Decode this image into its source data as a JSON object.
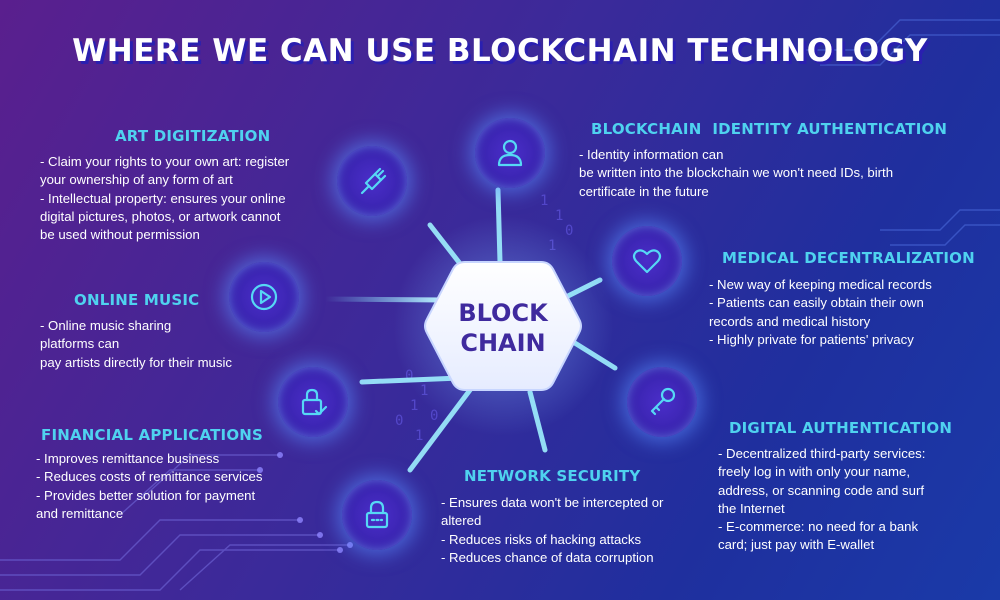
{
  "title": "WHERE WE CAN USE BLOCKCHAIN TECHNOLOGY",
  "center": {
    "line1": "BLOCK",
    "line2": "CHAIN"
  },
  "sections": {
    "art": {
      "title": "ART DIGITIZATION",
      "lines": [
        "- Claim your rights to your own art: register",
        "your ownership of any form of art",
        "- Intellectual property: ensures your online",
        "digital pictures, photos, or artwork cannot",
        "be used without permission"
      ]
    },
    "music": {
      "title": "ONLINE MUSIC",
      "lines": [
        "- Online music sharing",
        "platforms can",
        "pay artists directly for their music"
      ]
    },
    "financial": {
      "title": "FINANCIAL APPLICATIONS",
      "lines": [
        "- Improves remittance business",
        "- Reduces costs of remittance services",
        "- Provides better solution for payment",
        "and remittance"
      ]
    },
    "network": {
      "title": "NETWORK SECURITY",
      "lines": [
        "- Ensures data won't be intercepted or",
        "altered",
        "- Reduces risks of hacking attacks",
        "- Reduces chance of data corruption"
      ]
    },
    "identity": {
      "title": "BLOCKCHAIN  IDENTITY AUTHENTICATION",
      "lines": [
        "- Identity information can",
        "be written into the blockchain we won't need IDs, birth",
        "certificate in the future"
      ]
    },
    "medical": {
      "title": "MEDICAL DECENTRALIZATION",
      "lines": [
        "- New way of keeping medical records",
        "- Patients can easily obtain their own",
        "records and medical history",
        "- Highly private for patients' privacy"
      ]
    },
    "digital": {
      "title": "DIGITAL AUTHENTICATION",
      "lines": [
        "- Decentralized third-party services:",
        "freely log in with only your name,",
        "address, or scanning code and surf",
        "the Internet",
        "- E-commerce: no need for a bank",
        "card; just pay with E-wallet"
      ]
    }
  },
  "icons": {
    "art": "paintbrush-icon",
    "music": "play-icon",
    "financial": "lock-check-icon",
    "network": "padlock-icon",
    "identity": "user-icon",
    "medical": "heart-icon",
    "digital": "key-icon"
  },
  "colors": {
    "accent": "#4fd2ef",
    "title_shadow": "#2a1fb0",
    "center_text": "#3f2a9e",
    "icon_stroke": "#56d8f5"
  }
}
